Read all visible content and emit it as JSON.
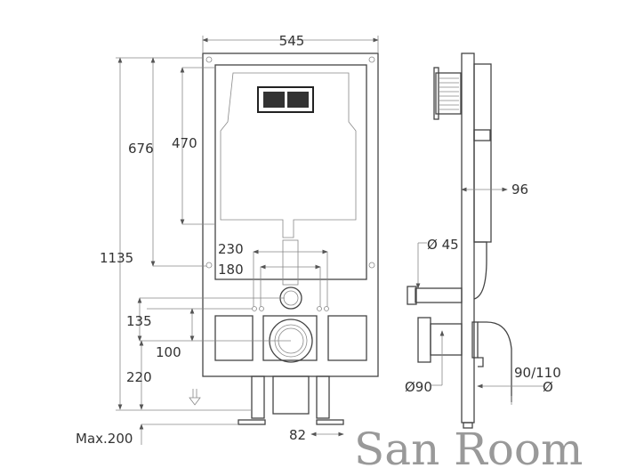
{
  "front_view": {
    "width": "545",
    "height_total": "1135",
    "height_676": "676",
    "height_470": "470",
    "spacing_230": "230",
    "spacing_180": "180",
    "offset_135": "135",
    "offset_100": "100",
    "height_220": "220",
    "max_adjust": "Max.200",
    "foot_82": "82"
  },
  "side_view": {
    "depth": "96",
    "inlet_diameter": "Ø 45",
    "drain_diameter": "Ø90",
    "outlet_size": "90/110",
    "outlet_symbol": "Ø"
  },
  "watermark": "San Room"
}
